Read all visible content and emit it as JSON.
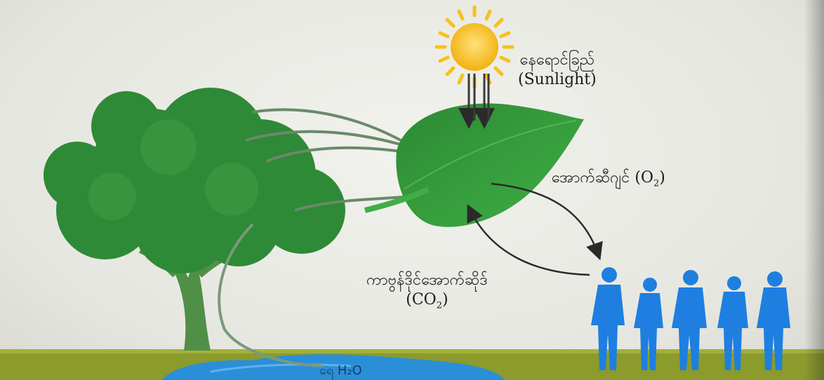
{
  "labels": {
    "sunlight_my": "နေရောင်ခြည်",
    "sunlight_en": "(Sunlight)",
    "oxygen_my": "အောက်ဆီဂျင်",
    "oxygen_formula": "(O",
    "oxygen_sub": "2",
    "oxygen_close": ")",
    "co2_my": "ကာဗွန်ဒိုင်အောက်ဆိုဒ်",
    "co2_formula": "(CO",
    "co2_sub": "2",
    "co2_close": ")",
    "water_my": "ရေ H₂O"
  },
  "colors": {
    "sun": "#f6c21a",
    "tree": "#2e8a36",
    "leaf": "#2f9a3a",
    "people": "#1e7fe0",
    "ground": "#8a9a2a",
    "water": "#2b8fd8",
    "arrow": "#2a2a2a"
  }
}
